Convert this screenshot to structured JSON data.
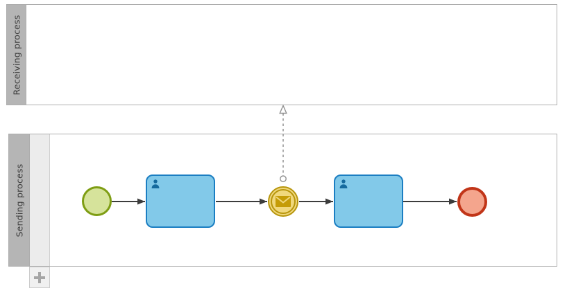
{
  "pools": [
    {
      "label": "Receiving process"
    },
    {
      "label": "Sending process"
    }
  ],
  "process": {
    "elements": [
      {
        "type": "start-event"
      },
      {
        "type": "user-task",
        "icon": "user-icon",
        "label": ""
      },
      {
        "type": "intermediate-message-throw-event",
        "icon": "envelope-icon"
      },
      {
        "type": "user-task",
        "icon": "user-icon",
        "label": ""
      },
      {
        "type": "end-event"
      }
    ],
    "sequence_flow_count": 4,
    "message_flow": {
      "from": "intermediate-message-throw-event",
      "to_pool": "Receiving process",
      "style": "dashed, open circle at source, open triangle arrowhead at target"
    }
  },
  "controls": {
    "add_lane_button": {
      "icon": "plus-icon"
    }
  },
  "colors": {
    "canvas_bg": "#ffffff",
    "pool_header_fill": "#b5b5b5",
    "pool_stroke": "#adadad",
    "lane_fill": "#ececec",
    "lane_stroke": "#cfcfcf",
    "label_color": "#3d3d3d",
    "start_fill": "#d6e39b",
    "start_stroke": "#7e9d13",
    "task_fill": "#82c9e9",
    "task_stroke": "#1b7ec2",
    "task_icon_color": "#156a9e",
    "message_fill": "#f0d87d",
    "message_stroke": "#b7950b",
    "envelope_fill": "#c59c07",
    "end_fill": "#f4a58d",
    "end_stroke": "#c13518",
    "flow_color": "#3c3c3c",
    "message_flow_color": "#909090",
    "plus_color": "#a5a5a5",
    "plus_box_fill": "#f0f0f0",
    "plus_box_stroke": "#cccccc"
  }
}
